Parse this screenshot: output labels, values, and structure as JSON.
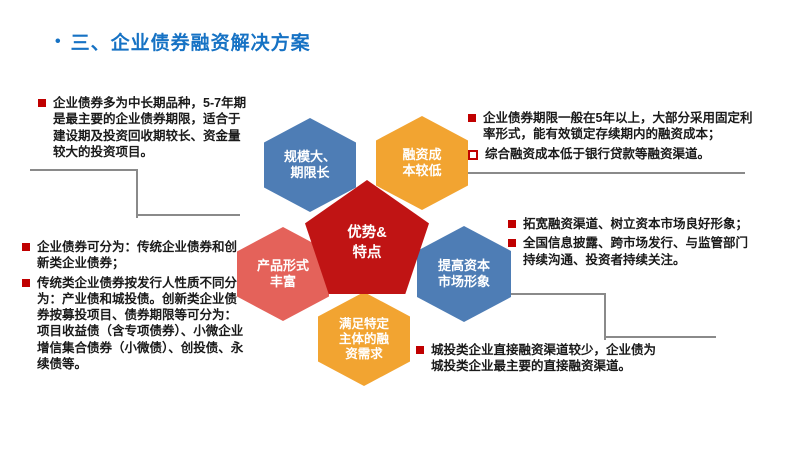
{
  "title": {
    "bullet": "•",
    "text": "三、企业债券融资解决方案"
  },
  "colors": {
    "title_blue": "#1672C4",
    "hex_blue": "#4E7DB5",
    "hex_orange": "#F2A431",
    "pentagon_red": "#C01414",
    "hex_light_red": "#E4625A",
    "bullet_red": "#C00000",
    "connector_gray": "#8a8a8a"
  },
  "diagram": {
    "center": {
      "lines": [
        "优势&",
        "特点"
      ],
      "color": "#C01414"
    },
    "hexagons": [
      {
        "id": "scale-term",
        "lines": [
          "规模大、",
          "期限长"
        ],
        "color": "#4E7DB5"
      },
      {
        "id": "low-cost",
        "lines": [
          "融资成",
          "本较低"
        ],
        "color": "#F2A431"
      },
      {
        "id": "product-variety",
        "lines": [
          "产品形式",
          "丰富"
        ],
        "color": "#E4625A"
      },
      {
        "id": "market-image",
        "lines": [
          "提高资本",
          "市场形象"
        ],
        "color": "#4E7DB5"
      },
      {
        "id": "specific-needs",
        "lines": [
          "满足特定",
          "主体的融",
          "资需求"
        ],
        "color": "#F2A431"
      }
    ]
  },
  "notes": {
    "top_left": {
      "items": [
        {
          "bullet": "filled",
          "text": "企业债券多为中长期品种，5-7年期是最主要的企业债券期限，适合于建设期及投资回收期较长、资金量较大的投资项目。"
        }
      ]
    },
    "top_right": {
      "items": [
        {
          "bullet": "filled",
          "text": "企业债券期限一般在5年以上，大部分采用固定利率形式，能有效锁定存续期内的融资成本；"
        },
        {
          "bullet": "hollow",
          "text": "综合融资成本低于银行贷款等融资渠道。"
        }
      ]
    },
    "mid_left": {
      "items": [
        {
          "bullet": "filled",
          "text": "企业债券可分为：传统企业债券和创新类企业债券；"
        },
        {
          "bullet": "filled",
          "text": "传统类企业债券按发行人性质不同分为：产业债和城投债。创新类企业债券按募投项目、债券期限等可分为：项目收益债（含专项债券）、小微企业增信集合债券（小微债）、创投债、永续债等。"
        }
      ]
    },
    "mid_right": {
      "items": [
        {
          "bullet": "filled",
          "text": "拓宽融资渠道、树立资本市场良好形象；"
        },
        {
          "bullet": "filled",
          "text": "全国信息披露、跨市场发行、与监管部门持续沟通、投资者持续关注。"
        }
      ]
    },
    "bottom_right": {
      "items": [
        {
          "bullet": "filled",
          "text": "城投类企业直接融资渠道较少，企业债为城投类企业最主要的直接融资渠道。"
        }
      ]
    }
  }
}
